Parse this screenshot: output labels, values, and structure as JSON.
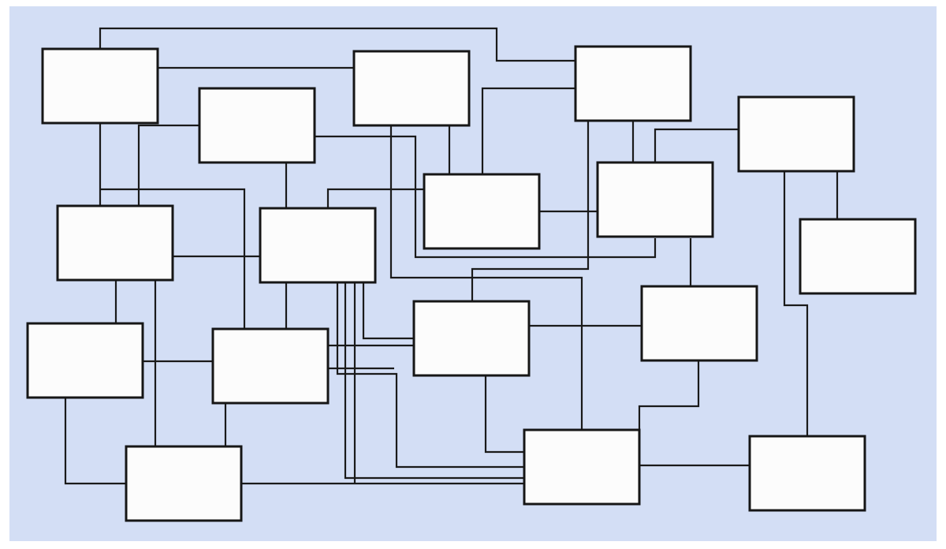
{
  "diagram": {
    "colors": {
      "background": "#d3def5",
      "box_fill": "#fcfcfc",
      "box_stroke": "#161616",
      "line": "#1a1a1a"
    },
    "nodes": [
      {
        "id": "n1"
      },
      {
        "id": "n2"
      },
      {
        "id": "n3"
      },
      {
        "id": "n4"
      },
      {
        "id": "n5"
      },
      {
        "id": "n6"
      },
      {
        "id": "n7"
      },
      {
        "id": "n8"
      },
      {
        "id": "n9"
      },
      {
        "id": "n10"
      },
      {
        "id": "n11"
      },
      {
        "id": "n12"
      },
      {
        "id": "n13"
      },
      {
        "id": "n14"
      },
      {
        "id": "n15"
      },
      {
        "id": "n16"
      },
      {
        "id": "n17"
      },
      {
        "id": "n18"
      }
    ],
    "node_labels": []
  }
}
